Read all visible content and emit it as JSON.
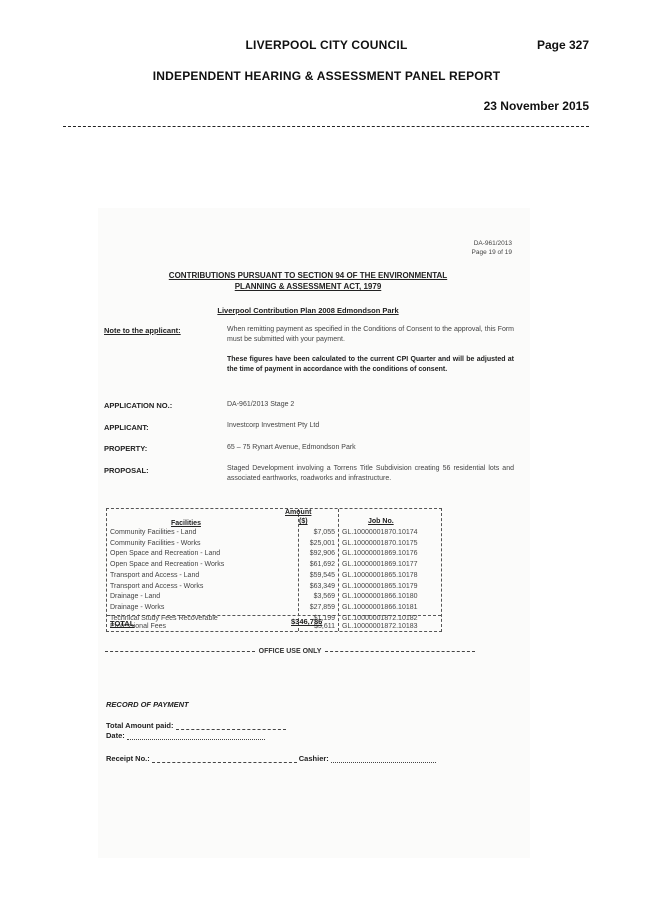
{
  "header": {
    "council": "LIVERPOOL CITY COUNCIL",
    "page": "Page 327",
    "report": "INDEPENDENT HEARING & ASSESSMENT PANEL REPORT",
    "date": "23 November 2015"
  },
  "scan": {
    "ref_1": "DA-961/2013",
    "ref_2": "Page 19 of 19",
    "title_1": "CONTRIBUTIONS PURSUANT TO SECTION 94 OF THE ENVIRONMENTAL",
    "title_2": "PLANNING & ASSESSMENT ACT, 1979",
    "subtitle": "Liverpool Contribution Plan 2008 Edmondson Park",
    "note_label": "Note to the applicant:",
    "note_text": "When remitting payment as specified in the Conditions of Consent to the approval, this Form must be submitted with your payment.",
    "note_bold": "These figures have been calculated to the current CPI Quarter and will be adjusted at the time of payment in accordance with the conditions of consent.",
    "app_no_label": "APPLICATION NO.:",
    "app_no": "DA-961/2013 Stage 2",
    "applicant_label": "APPLICANT:",
    "applicant": "Investcorp Investment Pty Ltd",
    "property_label": "PROPERTY:",
    "property": "65 – 75 Rynart Avenue, Edmondson Park",
    "proposal_label": "PROPOSAL:",
    "proposal": "Staged Development involving a Torrens Title Subdivision creating 56 residential lots and associated earthworks, roadworks and infrastructure.",
    "table": {
      "col_facilities": "Facilities",
      "col_amount_1": "Amount",
      "col_amount_2": "($)",
      "col_job": "Job No.",
      "rows": [
        {
          "facility": "Community Facilities - Land",
          "amount": "$7,055",
          "job": "GL.10000001870.10174"
        },
        {
          "facility": "Community Facilities - Works",
          "amount": "$25,001",
          "job": "GL.10000001870.10175"
        },
        {
          "facility": "Open Space and Recreation - Land",
          "amount": "$92,906",
          "job": "GL.10000001869.10176"
        },
        {
          "facility": "Open Space and Recreation - Works",
          "amount": "$61,692",
          "job": "GL.10000001869.10177"
        },
        {
          "facility": "Transport and Access - Land",
          "amount": "$59,545",
          "job": "GL.10000001865.10178"
        },
        {
          "facility": "Transport and Access - Works",
          "amount": "$63,349",
          "job": "GL.10000001865.10179"
        },
        {
          "facility": "Drainage - Land",
          "amount": "$3,569",
          "job": "GL.10000001866.10180"
        },
        {
          "facility": "Drainage - Works",
          "amount": "$27,859",
          "job": "GL.10000001866.10181"
        },
        {
          "facility": "Technical Study Fees Recoverable",
          "amount": "$1,199",
          "job": "GL.10000001872.10182"
        },
        {
          "facility": "Professional Fees",
          "amount": "$3,611",
          "job": "GL.10000001872.10183"
        }
      ],
      "total_label": "TOTAL",
      "total_amount": "$346,786"
    },
    "office_use": "OFFICE USE ONLY",
    "record_label": "RECORD OF PAYMENT",
    "total_paid_label": "Total Amount paid:",
    "date_label": "Date:",
    "receipt_label": "Receipt No.:",
    "cashier_label": "Cashier:"
  }
}
